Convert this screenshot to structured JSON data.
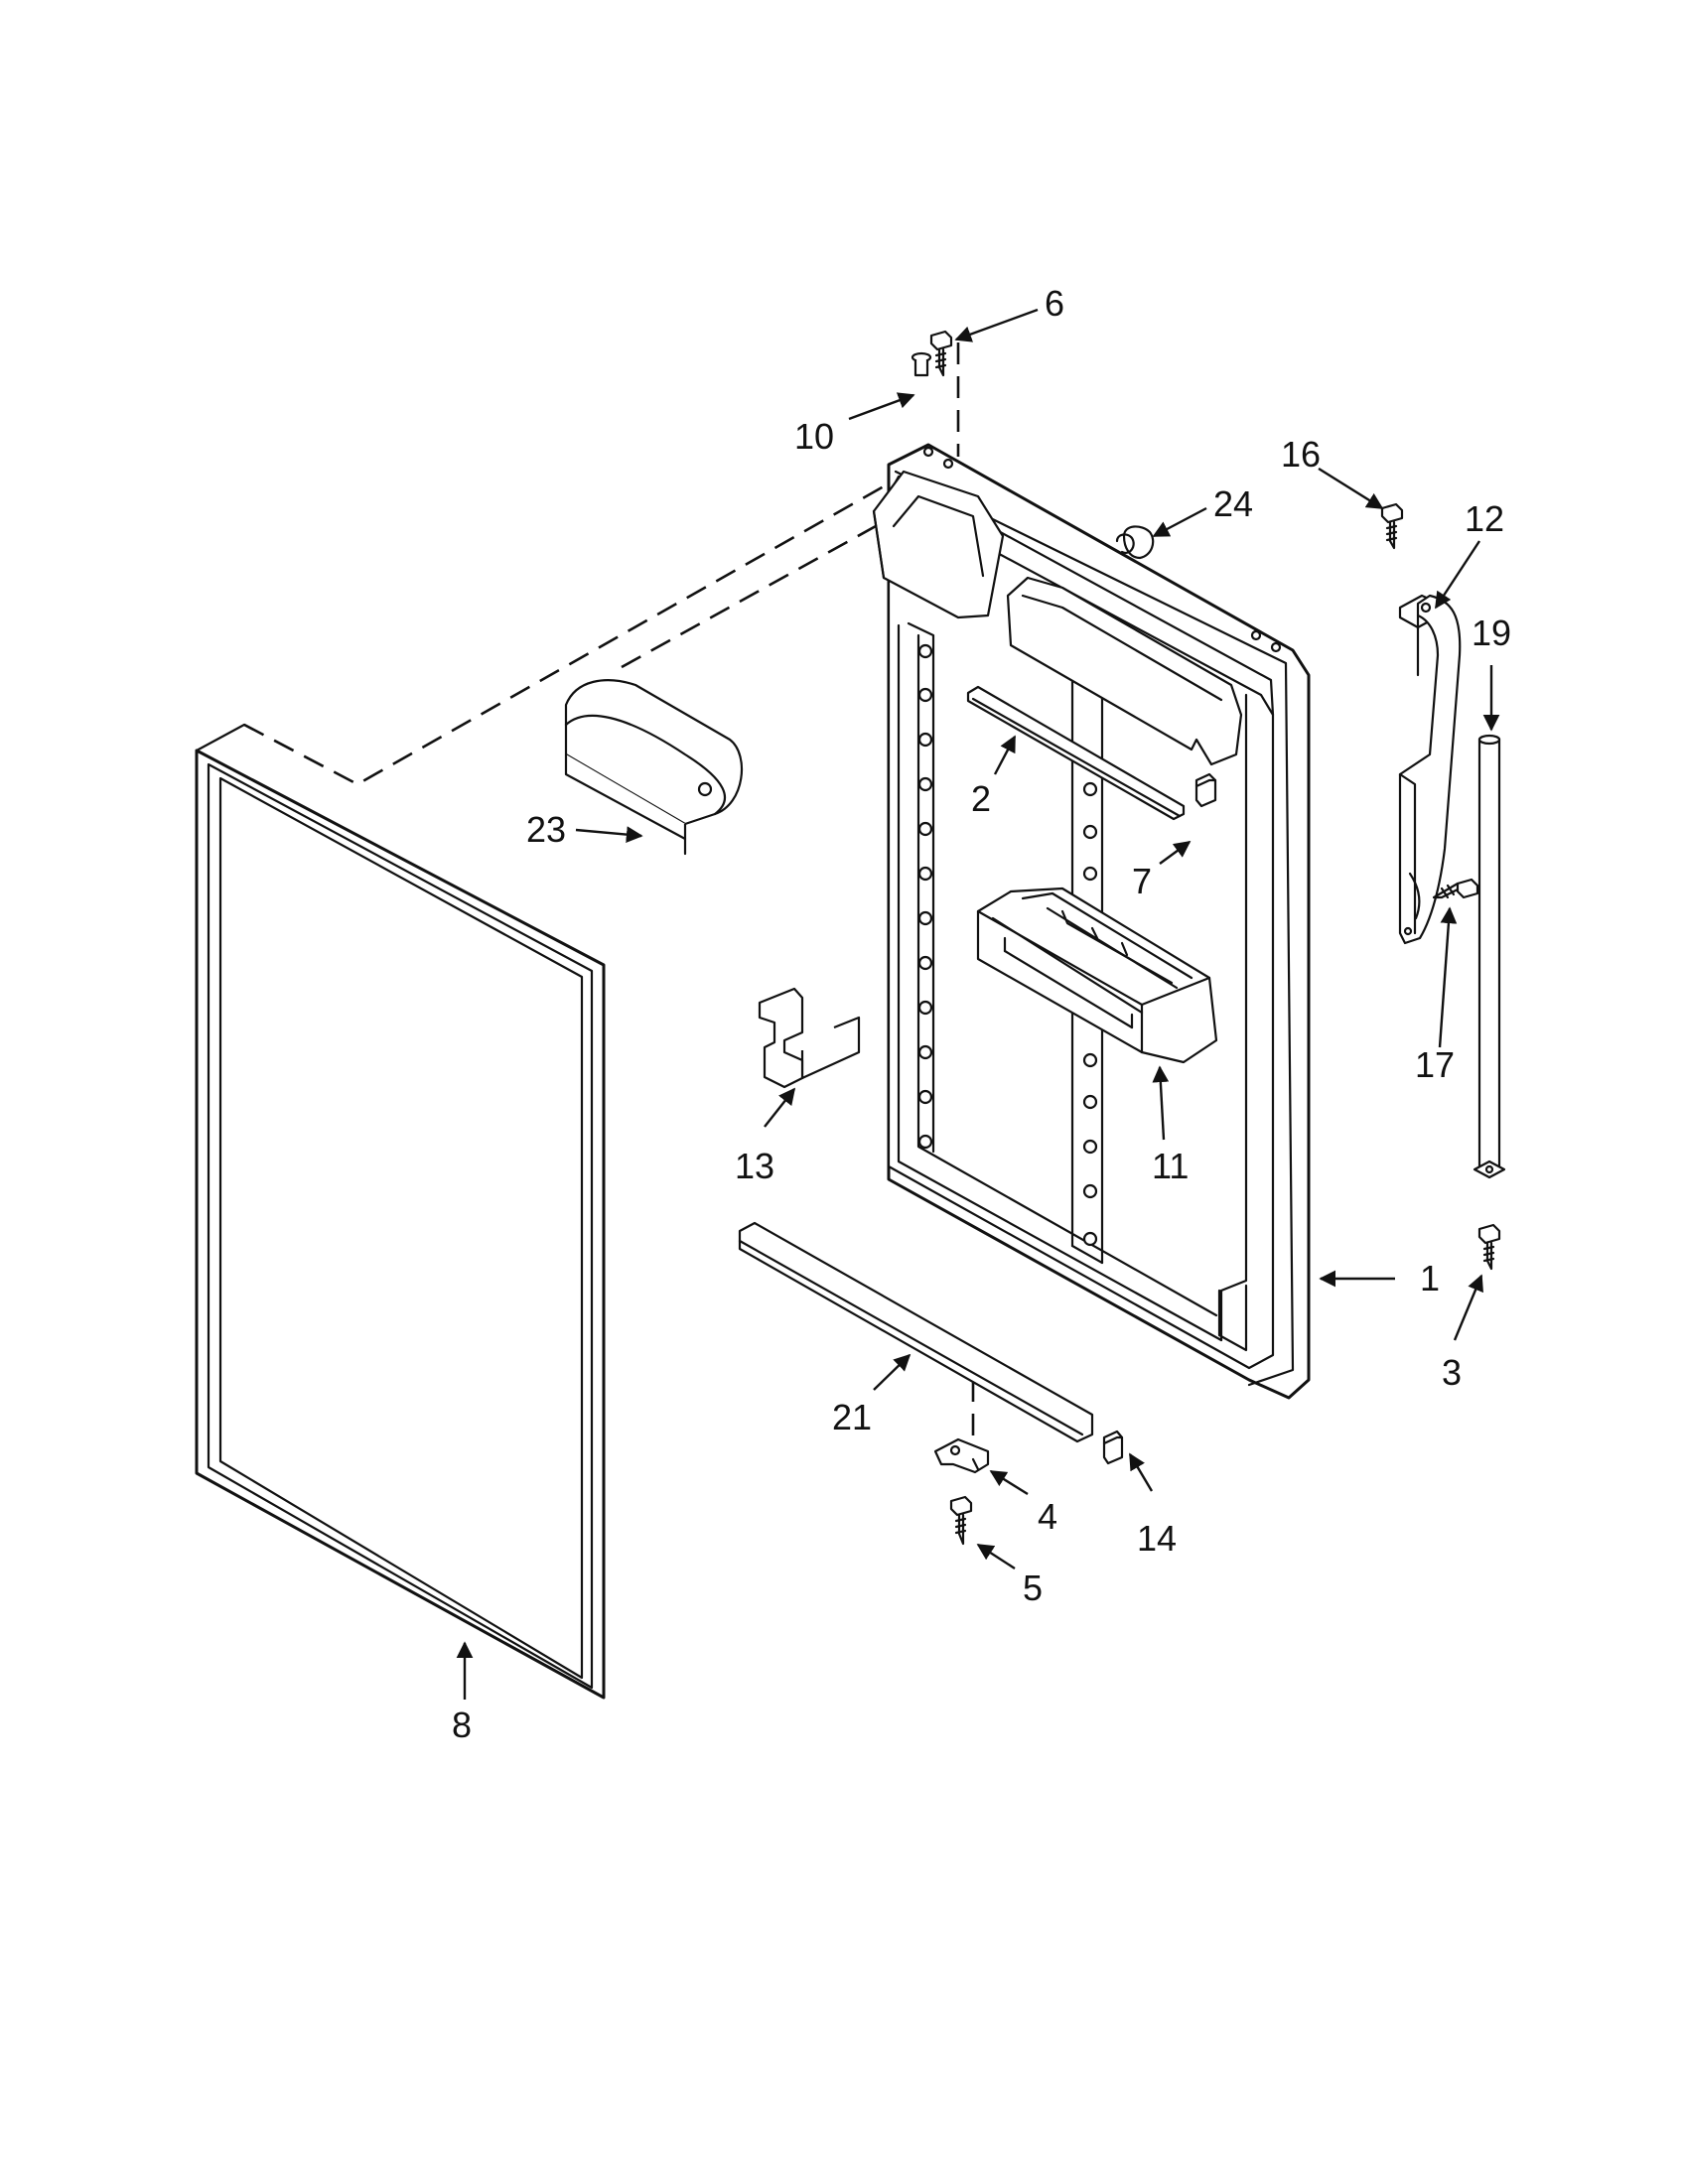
{
  "callouts": [
    {
      "id": "c1",
      "label": "1"
    },
    {
      "id": "c2",
      "label": "2"
    },
    {
      "id": "c3",
      "label": "3"
    },
    {
      "id": "c4",
      "label": "4"
    },
    {
      "id": "c5",
      "label": "5"
    },
    {
      "id": "c6",
      "label": "6"
    },
    {
      "id": "c7",
      "label": "7"
    },
    {
      "id": "c8",
      "label": "8"
    },
    {
      "id": "c10",
      "label": "10"
    },
    {
      "id": "c11",
      "label": "11"
    },
    {
      "id": "c12",
      "label": "12"
    },
    {
      "id": "c13",
      "label": "13"
    },
    {
      "id": "c14",
      "label": "14"
    },
    {
      "id": "c16",
      "label": "16"
    },
    {
      "id": "c17",
      "label": "17"
    },
    {
      "id": "c19",
      "label": "19"
    },
    {
      "id": "c21",
      "label": "21"
    },
    {
      "id": "c23",
      "label": "23"
    },
    {
      "id": "c24",
      "label": "24"
    }
  ]
}
